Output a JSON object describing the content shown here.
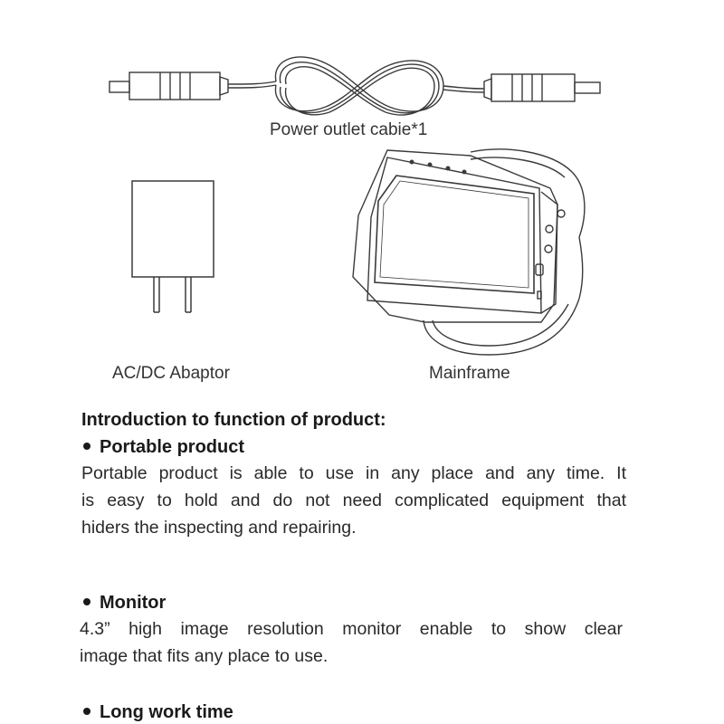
{
  "figures": {
    "cable": {
      "caption": "Power  outlet cabie*1",
      "icon": "power-cable-icon"
    },
    "adaptor": {
      "caption": "AC/DC  Abaptor",
      "icon": "ac-dc-adaptor-icon"
    },
    "mainframe": {
      "caption": "Mainframe",
      "icon": "wrist-monitor-icon"
    }
  },
  "intro": {
    "title": "Introduction to function of product:"
  },
  "sections": [
    {
      "heading": "Portable product",
      "lines": [
        "Portable product is able to use in any place and any time. It",
        "is easy to hold and do not need complicated equipment that",
        "hiders the inspecting and repairing."
      ]
    },
    {
      "heading": "Monitor",
      "lines": [
        "4.3” high image resolution monitor enable to show clear",
        "image that fits any place to use."
      ]
    },
    {
      "heading": "Long work time",
      "lines": []
    }
  ],
  "colors": {
    "text": "#1e1e1e",
    "line_art": "#3a3a3a"
  }
}
